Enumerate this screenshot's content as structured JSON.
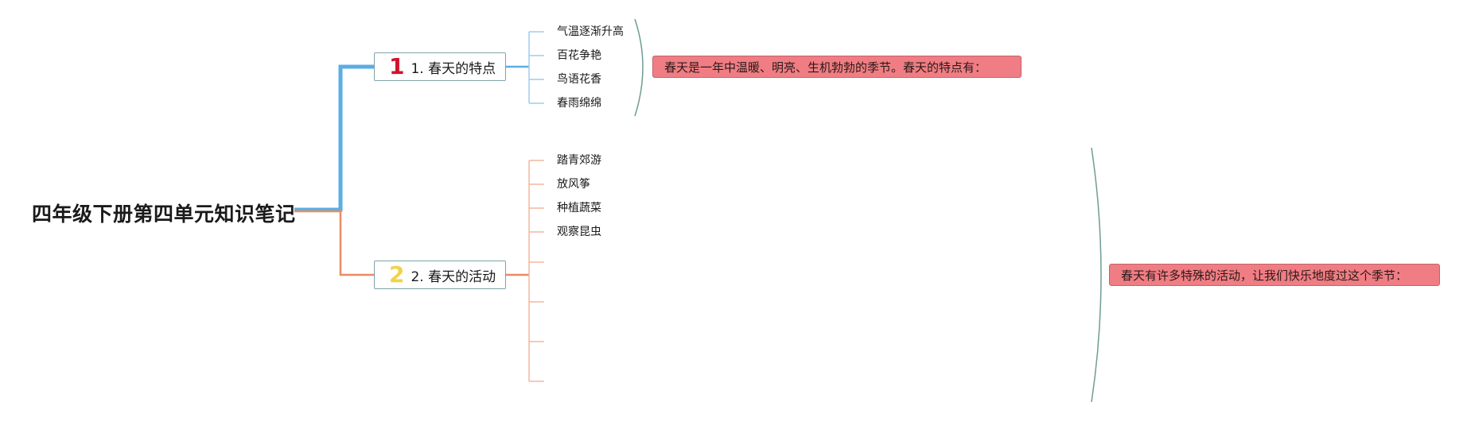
{
  "root": {
    "title": "四年级下册第四单元知识笔记"
  },
  "branches": [
    {
      "number": "1",
      "label": "1. 春天的特点",
      "number_color": "#d0132d",
      "line_color": "#5aaee3",
      "items": [
        "气温逐渐升高",
        "百花争艳",
        "鸟语花香",
        "春雨绵绵"
      ],
      "summary": "春天是一年中温暖、明亮、生机勃勃的季节。春天的特点有："
    },
    {
      "number": "2",
      "label": "2. 春天的活动",
      "number_color": "#f2d24a",
      "line_color": "#ec8a63",
      "items": [
        "踏青郊游",
        "放风筝",
        "种植蔬菜",
        "观察昆虫",
        "",
        "",
        "",
        ""
      ],
      "summary": "春天有许多特殊的活动，让我们快乐地度过这个季节："
    }
  ],
  "colors": {
    "summary_fill": "#f07d83",
    "bracket": "#6f9c94",
    "node_border": "#7fa3a8"
  }
}
